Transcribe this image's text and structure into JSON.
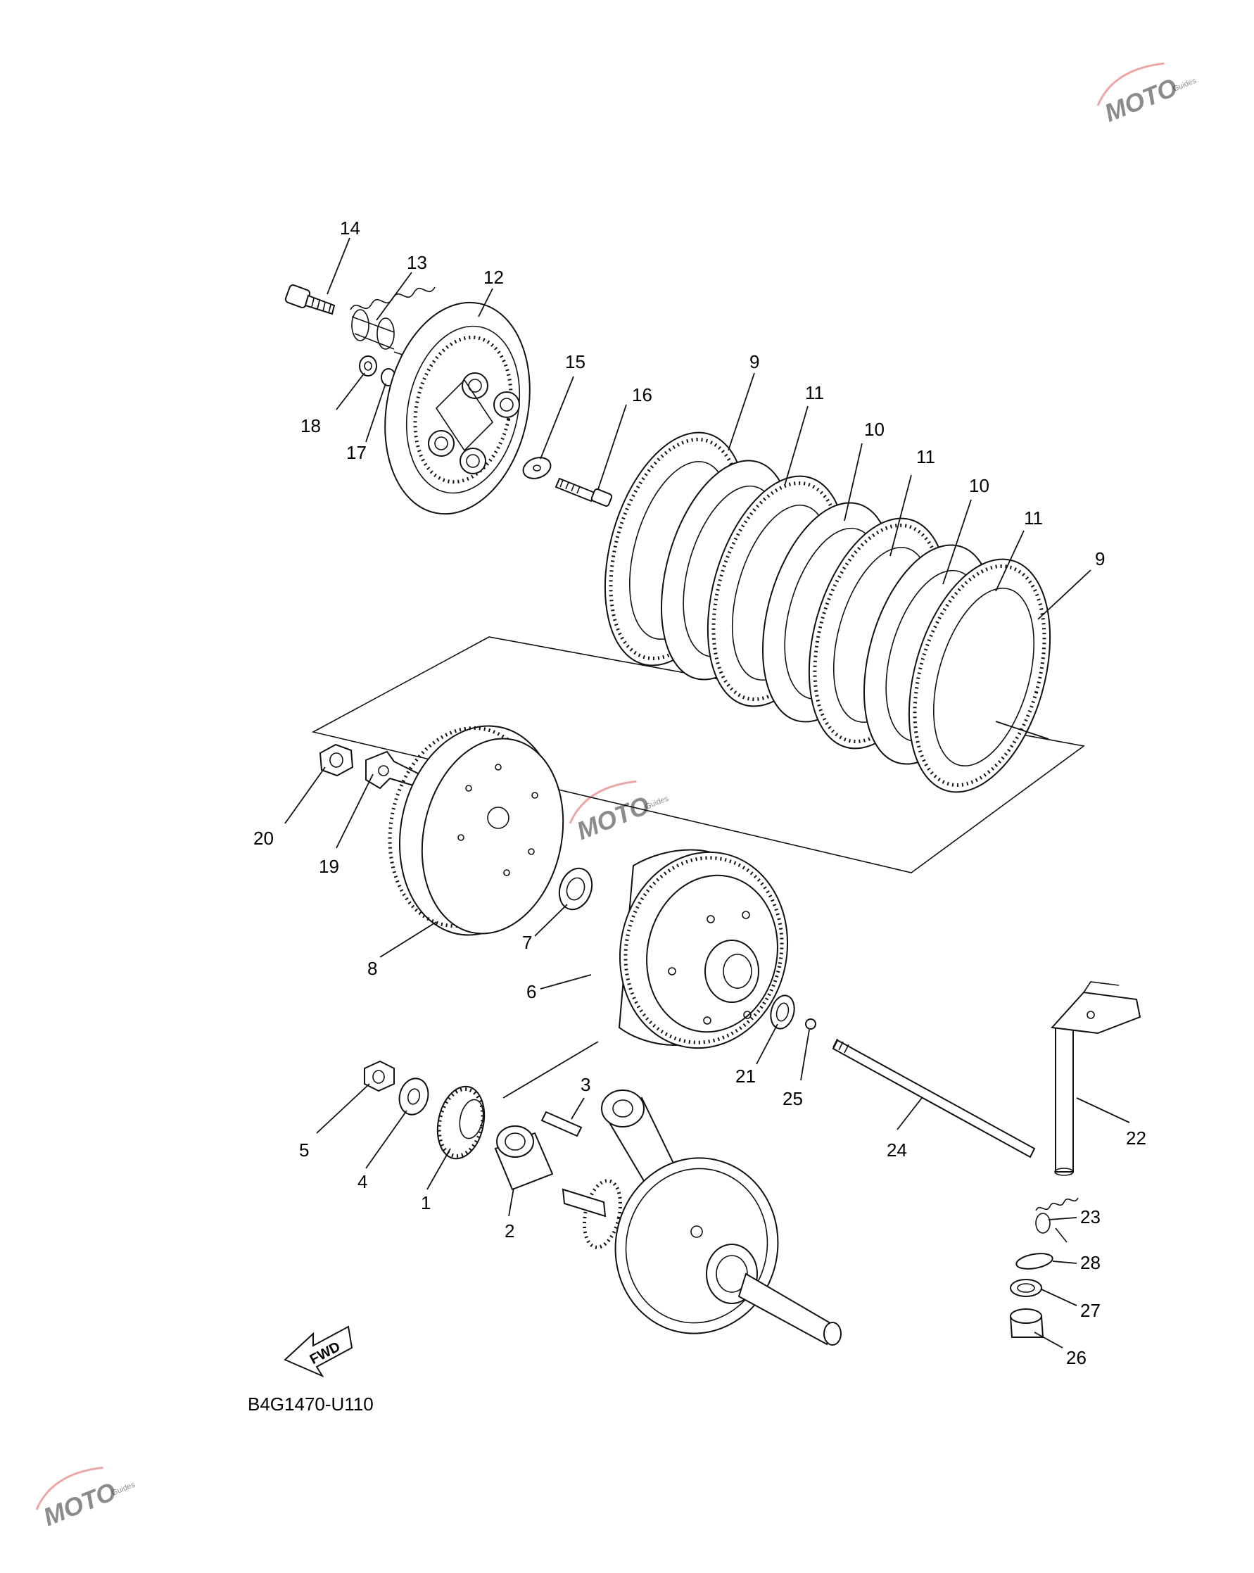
{
  "diagram": {
    "code": "B4G1470-U110",
    "fwd_label": "FWD",
    "callouts": [
      {
        "id": "c14",
        "label": "14"
      },
      {
        "id": "c13",
        "label": "13"
      },
      {
        "id": "c12",
        "label": "12"
      },
      {
        "id": "c18",
        "label": "18"
      },
      {
        "id": "c17",
        "label": "17"
      },
      {
        "id": "c15",
        "label": "15"
      },
      {
        "id": "c16",
        "label": "16"
      },
      {
        "id": "c9a",
        "label": "9"
      },
      {
        "id": "c11a",
        "label": "11"
      },
      {
        "id": "c10a",
        "label": "10"
      },
      {
        "id": "c11b",
        "label": "11"
      },
      {
        "id": "c10b",
        "label": "10"
      },
      {
        "id": "c11c",
        "label": "11"
      },
      {
        "id": "c9b",
        "label": "9"
      },
      {
        "id": "c20",
        "label": "20"
      },
      {
        "id": "c19",
        "label": "19"
      },
      {
        "id": "c8",
        "label": "8"
      },
      {
        "id": "c7",
        "label": "7"
      },
      {
        "id": "c6",
        "label": "6"
      },
      {
        "id": "c21",
        "label": "21"
      },
      {
        "id": "c25",
        "label": "25"
      },
      {
        "id": "c22",
        "label": "22"
      },
      {
        "id": "c24",
        "label": "24"
      },
      {
        "id": "c3",
        "label": "3"
      },
      {
        "id": "c5",
        "label": "5"
      },
      {
        "id": "c4",
        "label": "4"
      },
      {
        "id": "c1",
        "label": "1"
      },
      {
        "id": "c2",
        "label": "2"
      },
      {
        "id": "c23",
        "label": "23"
      },
      {
        "id": "c28",
        "label": "28"
      },
      {
        "id": "c27",
        "label": "27"
      },
      {
        "id": "c26",
        "label": "26"
      }
    ]
  },
  "watermark": {
    "brand": "MOTO",
    "sub": "Guides",
    "color": "#d63a3a"
  }
}
